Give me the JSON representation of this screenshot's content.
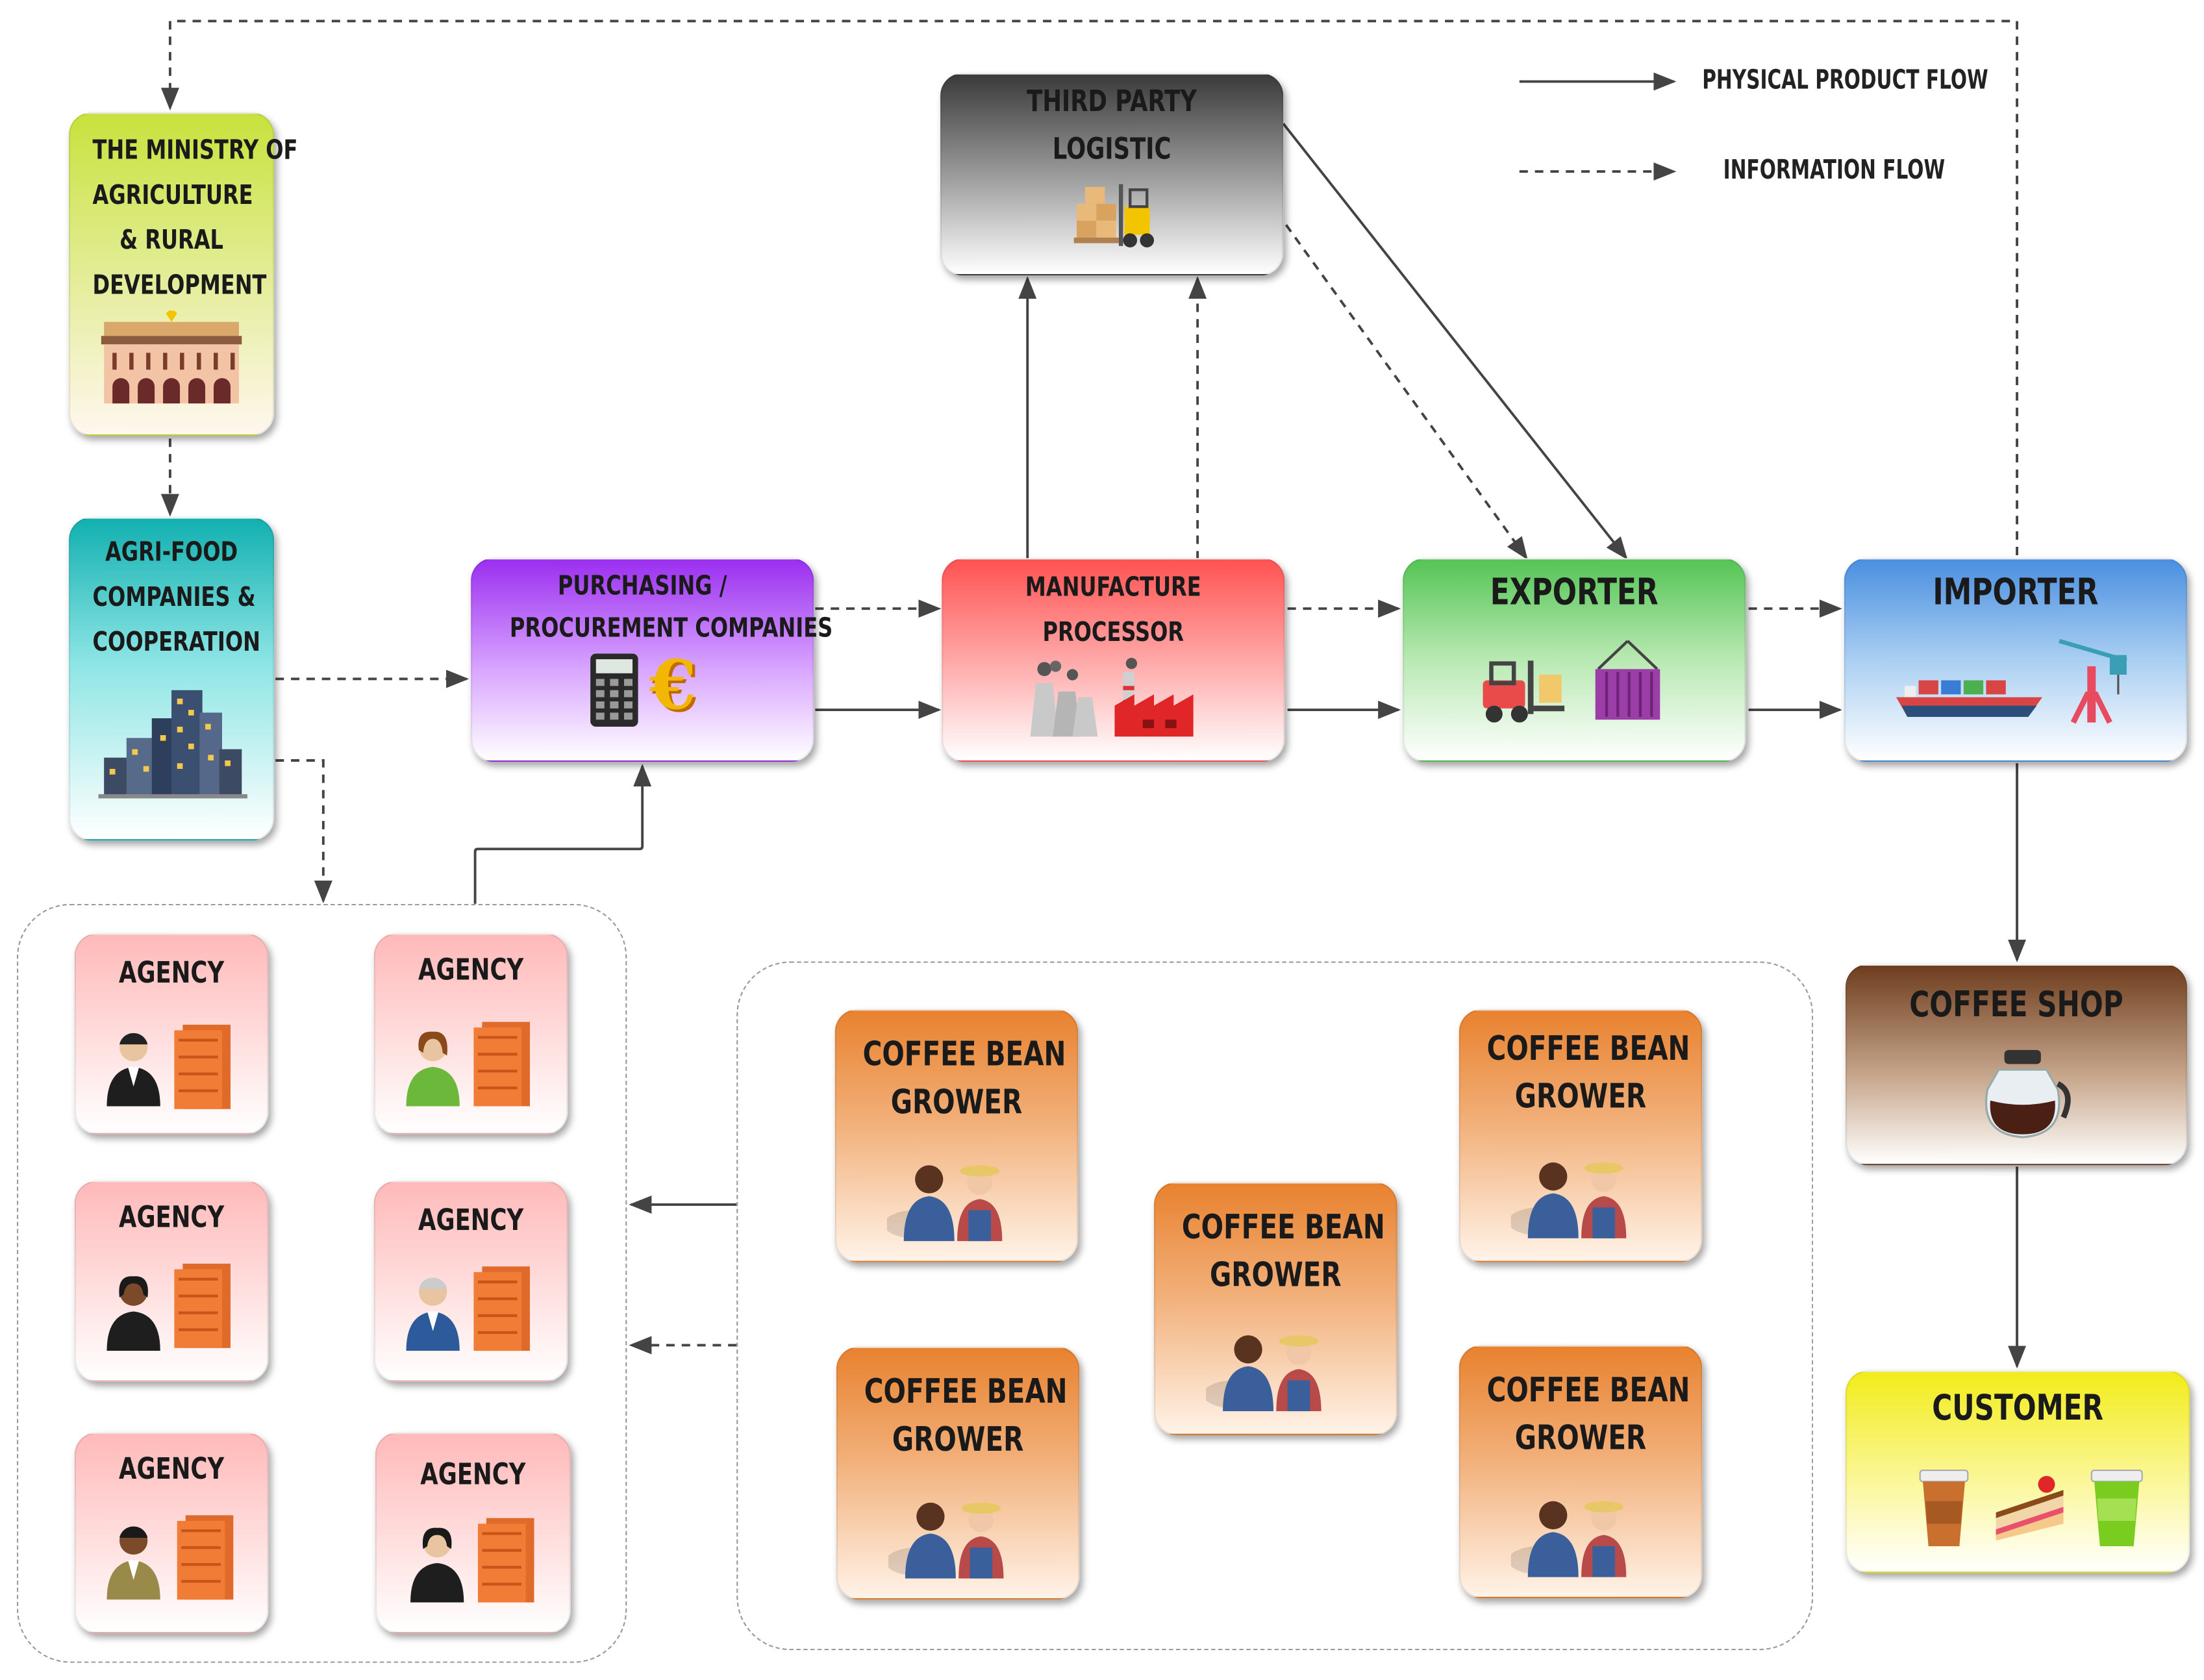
{
  "legend": {
    "physical": "PHYSICAL PRODUCT FLOW",
    "information": "INFORMATION FLOW"
  },
  "nodes": {
    "ministry": [
      "THE MINISTRY OF",
      "AGRICULTURE",
      "& RURAL",
      "DEVELOPMENT"
    ],
    "agrifood": [
      "AGRI-FOOD",
      "COMPANIES &",
      "COOPERATION"
    ],
    "purchasing": [
      "PURCHASING /",
      "PROCUREMENT COMPANIES"
    ],
    "third_party": [
      "THIRD PARTY",
      "LOGISTIC"
    ],
    "manufacture": [
      "MANUFACTURE",
      "PROCESSOR"
    ],
    "exporter": "EXPORTER",
    "importer": "IMPORTER",
    "coffee_shop": "COFFEE SHOP",
    "customer": "CUSTOMER"
  },
  "agencies": [
    "AGENCY",
    "AGENCY",
    "AGENCY",
    "AGENCY",
    "AGENCY",
    "AGENCY"
  ],
  "growers": [
    [
      "COFFEE BEAN",
      "GROWER"
    ],
    [
      "COFFEE BEAN",
      "GROWER"
    ],
    [
      "COFFEE BEAN",
      "GROWER"
    ],
    [
      "COFFEE BEAN",
      "GROWER"
    ],
    [
      "COFFEE BEAN",
      "GROWER"
    ]
  ],
  "colors": {
    "ministry": "#c8e23c",
    "agrifood": "#1fb8b8",
    "purchasing": "#a842f0",
    "third_party": "#3a3a3a",
    "manufacture": "#ff5c5c",
    "exporter": "#5cc95c",
    "importer": "#4a90e0",
    "coffee_shop": "#6b3a1e",
    "customer": "#f5f023",
    "agency": "#ffb9b9",
    "grower": "#e8822f"
  }
}
